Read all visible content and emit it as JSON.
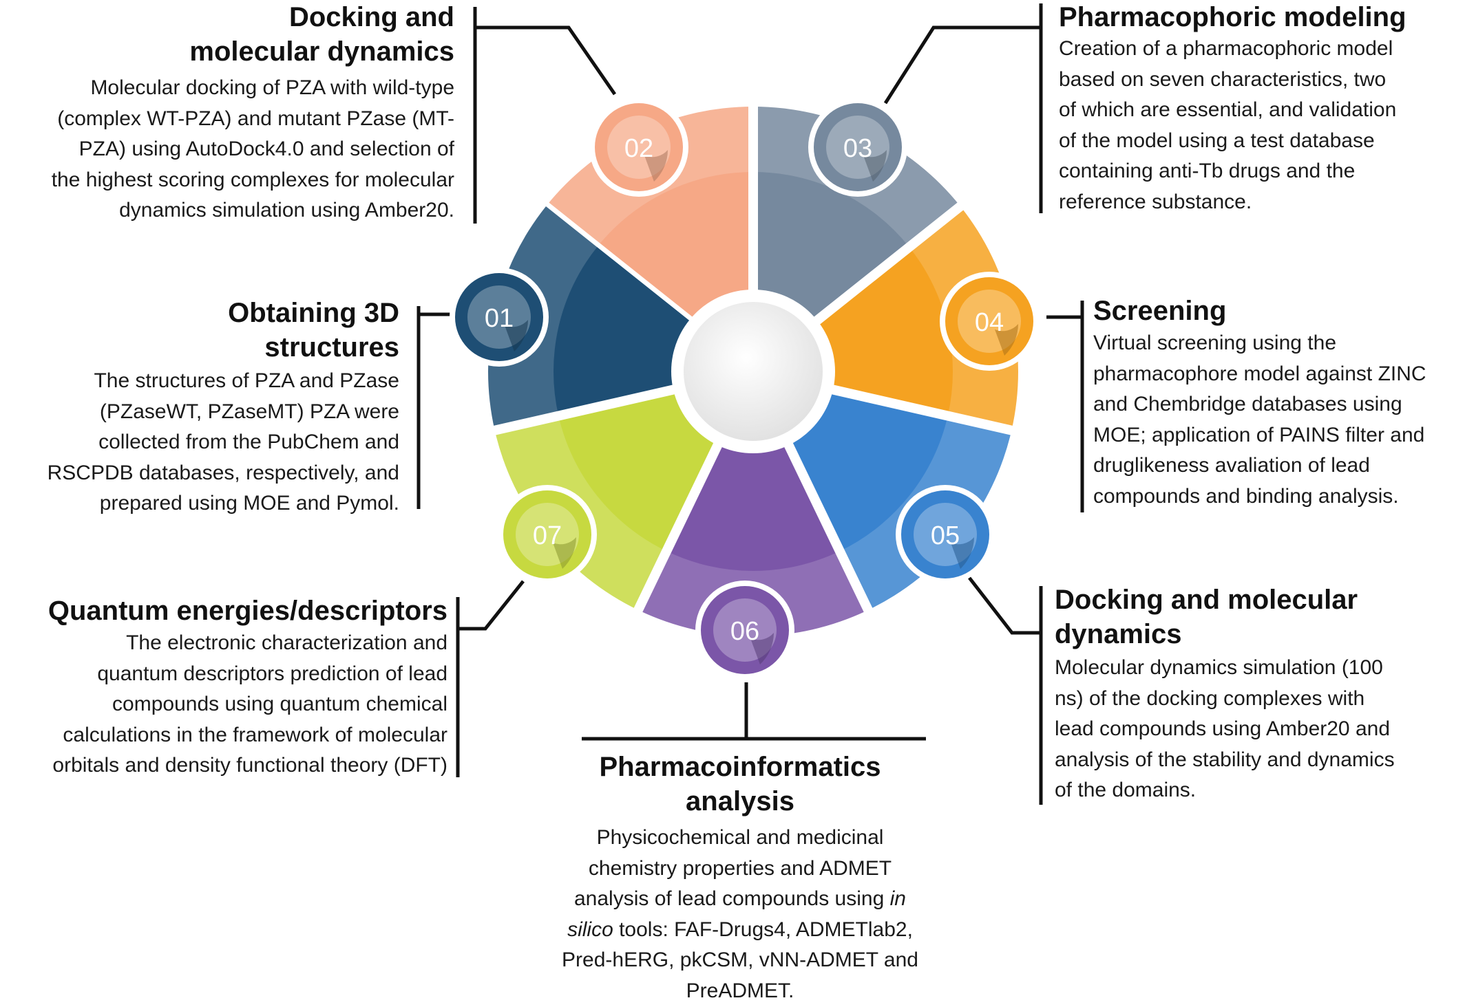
{
  "steps": [
    {
      "number": "01",
      "color": "#1e4e74",
      "title": "Obtaining 3D structures",
      "title_lines": [
        "Obtaining 3D",
        "structures"
      ],
      "description": "The structures of PZA and PZase (PZaseWT, PZaseMT) PZA were collected from the PubChem and RSCPDB databases, respectively, and prepared using MOE and Pymol.",
      "desc_lines": [
        "The structures of PZA and PZase",
        "(PZaseWT, PZaseMT) PZA were",
        "collected from the PubChem and",
        "RSCPDB databases, respectively, and",
        "prepared using MOE and Pymol."
      ]
    },
    {
      "number": "02",
      "color": "#f6a886",
      "title": "Docking and molecular dynamics",
      "title_lines": [
        "Docking and",
        "molecular dynamics"
      ],
      "description": "Molecular docking of PZA with wild-type (complex WT-PZA) and mutant PZase (MT-PZA) using AutoDock4.0 and selection of the highest scoring complexes for molecular dynamics simulation using Amber20.",
      "desc_lines": [
        "Molecular docking of PZA with wild-type",
        "(complex WT-PZA) and mutant PZase (MT-",
        "PZA) using AutoDock4.0 and selection of",
        "the highest scoring complexes for molecular",
        "dynamics simulation using Amber20."
      ]
    },
    {
      "number": "03",
      "color": "#76899e",
      "title": "Pharmacophoric modeling",
      "title_lines": [
        "Pharmacophoric modeling"
      ],
      "description": "Creation of a pharmacophoric model based on seven characteristics, two of which are essential, and validation of the model using a test database containing anti-Tb drugs and the reference substance.",
      "desc_lines": [
        "Creation of a pharmacophoric model",
        "based on seven characteristics, two",
        "of which are essential, and validation",
        "of the model using a test database",
        "containing anti-Tb drugs and the",
        "reference substance."
      ]
    },
    {
      "number": "04",
      "color": "#f5a221",
      "title": "Screening",
      "title_lines": [
        "Screening"
      ],
      "description": "Virtual screening using the pharmacophore model against ZINC and Chembridge databases using MOE; application of PAINS filter and druglikeness avaliation of lead compounds and binding analysis.",
      "desc_lines": [
        "Virtual screening using the",
        "pharmacophore model against ZINC",
        "and Chembridge databases using",
        "MOE; application of PAINS filter and",
        "druglikeness avaliation of lead",
        "compounds and binding analysis."
      ]
    },
    {
      "number": "05",
      "color": "#3983cf",
      "title": "Docking and molecular dynamics",
      "title_lines": [
        "Docking and molecular",
        "dynamics"
      ],
      "description": "Molecular dynamics simulation (100 ns) of the docking complexes with lead compounds using Amber20 and analysis of the stability and dynamics of the domains.",
      "desc_lines": [
        "Molecular dynamics simulation (100",
        "ns) of the docking complexes with",
        "lead compounds using Amber20 and",
        "analysis of the stability and dynamics",
        "of the domains."
      ]
    },
    {
      "number": "06",
      "color": "#7b56a8",
      "title": "Pharmacoinformatics analysis",
      "title_lines": [
        "Pharmacoinformatics",
        "analysis"
      ],
      "description": "Physicochemical and medicinal chemistry properties and ADMET analysis of lead compounds using in silico tools: FAF-Drugs4, ADMETlab2, Pred-hERG, pkCSM, vNN-ADMET and PreADMET.",
      "desc_lines": [
        "Physicochemical and medicinal",
        "chemistry properties and ADMET",
        "analysis of lead compounds using in",
        "silico tools: FAF-Drugs4, ADMETlab2,",
        "Pred-hERG, pkCSM, vNN-ADMET and",
        "PreADMET."
      ]
    },
    {
      "number": "07",
      "color": "#c7d940",
      "title": "Quantum energies/descriptors",
      "title_lines": [
        "Quantum energies/descriptors"
      ],
      "description": "The electronic characterization and quantum descriptors prediction of lead compounds using quantum chemical calculations in the framework of molecular orbitals and density functional theory (DFT)",
      "desc_lines": [
        "The electronic characterization and",
        "quantum descriptors prediction of lead",
        "compounds using quantum chemical",
        "calculations in the framework of molecular",
        "orbitals and density functional theory (DFT)"
      ]
    }
  ],
  "colors": {
    "connector": "#111111",
    "center": "#f1f1f1",
    "divider": "#ffffff"
  }
}
